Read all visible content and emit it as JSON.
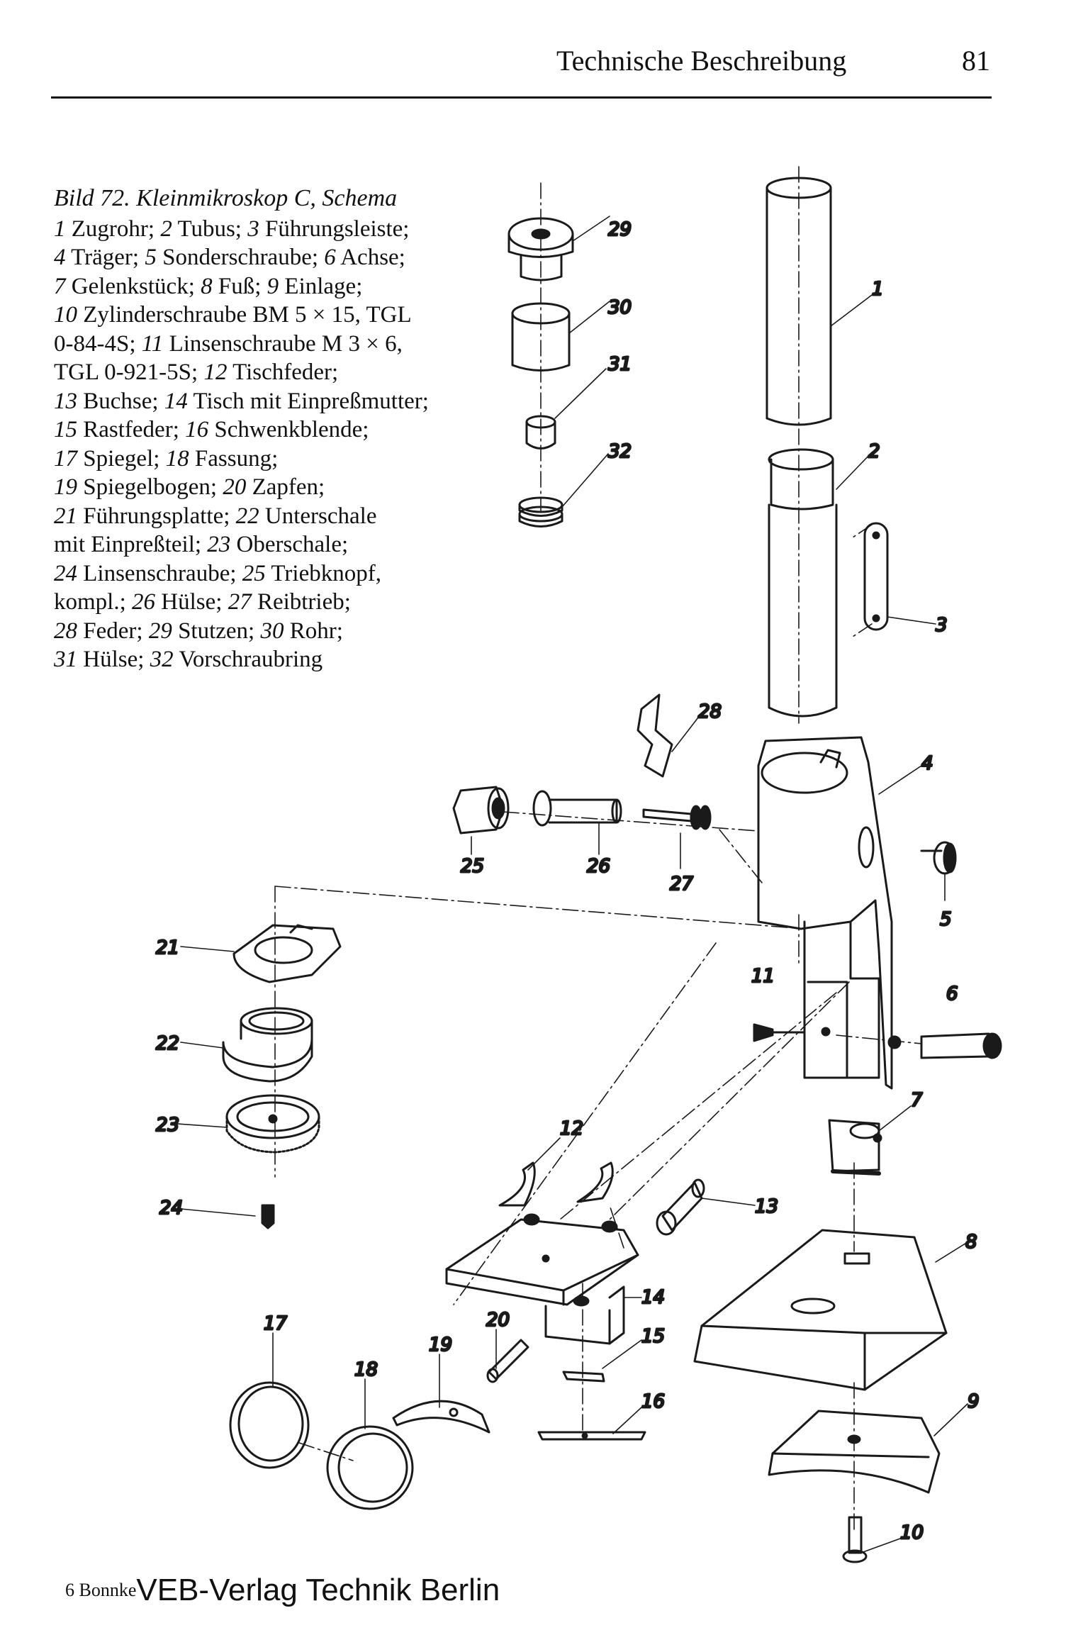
{
  "header": {
    "title": "Technische Beschreibung",
    "page_number": "81"
  },
  "caption": {
    "title": "Bild 72. Kleinmikroskop C, Schema",
    "lines": [
      [
        {
          "n": "1",
          "t": " Zugrohr; "
        },
        {
          "n": "2",
          "t": " Tubus; "
        },
        {
          "n": "3",
          "t": " Führungsleiste;"
        }
      ],
      [
        {
          "n": "4",
          "t": " Träger; "
        },
        {
          "n": "5",
          "t": " Sonderschraube; "
        },
        {
          "n": "6",
          "t": " Achse;"
        }
      ],
      [
        {
          "n": "7",
          "t": " Gelenkstück; "
        },
        {
          "n": "8",
          "t": " Fuß; "
        },
        {
          "n": "9",
          "t": " Einlage;"
        }
      ],
      [
        {
          "n": "10",
          "t": " Zylinderschraube BM 5 × 15, TGL"
        }
      ],
      [
        {
          "n": "",
          "t": "0-84-4S; "
        },
        {
          "n": "11",
          "t": " Linsenschraube M 3 × 6,"
        }
      ],
      [
        {
          "n": "",
          "t": "TGL 0-921-5S; "
        },
        {
          "n": "12",
          "t": " Tischfeder;"
        }
      ],
      [
        {
          "n": "13",
          "t": " Buchse; "
        },
        {
          "n": "14",
          "t": " Tisch mit Einpreßmutter;"
        }
      ],
      [
        {
          "n": "15",
          "t": " Rastfeder; "
        },
        {
          "n": "16",
          "t": " Schwenkblende;"
        }
      ],
      [
        {
          "n": "17",
          "t": " Spiegel; "
        },
        {
          "n": "18",
          "t": " Fassung;"
        }
      ],
      [
        {
          "n": "19",
          "t": " Spiegelbogen; "
        },
        {
          "n": "20",
          "t": " Zapfen;"
        }
      ],
      [
        {
          "n": "21",
          "t": " Führungsplatte; "
        },
        {
          "n": "22",
          "t": " Unterschale"
        }
      ],
      [
        {
          "n": "",
          "t": "mit Einpreßteil; "
        },
        {
          "n": "23",
          "t": " Oberschale;"
        }
      ],
      [
        {
          "n": "24",
          "t": " Linsenschraube; "
        },
        {
          "n": "25",
          "t": " Triebknopf,"
        }
      ],
      [
        {
          "n": "",
          "t": "kompl.; "
        },
        {
          "n": "26",
          "t": " Hülse; "
        },
        {
          "n": "27",
          "t": " Reibtrieb;"
        }
      ],
      [
        {
          "n": "28",
          "t": " Feder; "
        },
        {
          "n": "29",
          "t": " Stutzen; "
        },
        {
          "n": "30",
          "t": " Rohr;"
        }
      ],
      [
        {
          "n": "31",
          "t": " Hülse; "
        },
        {
          "n": "32",
          "t": " Vorschraubring"
        }
      ]
    ]
  },
  "diagram": {
    "part_labels": [
      "1",
      "2",
      "3",
      "4",
      "5",
      "6",
      "7",
      "8",
      "9",
      "10",
      "11",
      "12",
      "13",
      "14",
      "15",
      "16",
      "17",
      "18",
      "19",
      "20",
      "21",
      "22",
      "23",
      "24",
      "25",
      "26",
      "27",
      "28",
      "29",
      "30",
      "31",
      "32"
    ]
  },
  "footer": {
    "signature": "6  Bonnke",
    "publisher": "VEB-Verlag Technik Berlin"
  }
}
